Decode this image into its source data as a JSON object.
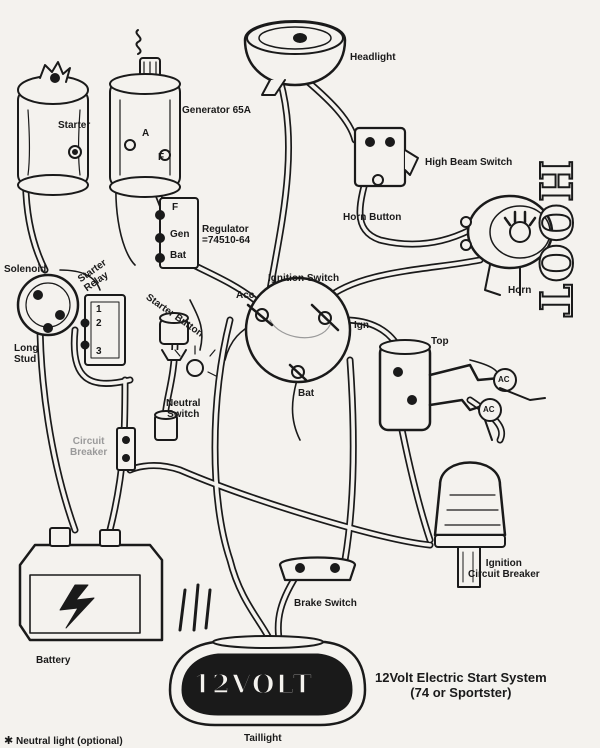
{
  "components": {
    "starter": "Starter",
    "generator": "Generator 65A",
    "headlight": "Headlight",
    "high_beam_switch": "High Beam Switch",
    "horn_button": "Horn Button",
    "horn": "Horn",
    "regulator": "Regulator\n=74510-64",
    "solenoid": "Solenoid",
    "starter_relay": "Starter\nRelay",
    "long_stud": "Long\nStud",
    "starter_button": "Starter Button",
    "ignition_switch": "Ignition Switch",
    "acc": "Acc",
    "ign": "Ign",
    "bat": "Bat",
    "top": "Top",
    "neutral_switch": "Neutral\nSwitch",
    "circuit_breaker": "Circuit\nBreaker",
    "battery": "Battery",
    "brake_switch": "Brake Switch",
    "taillight": "Taillight",
    "ignition_circuit_breaker": "Ignition\nCircuit Breaker"
  },
  "terminals": {
    "reg_f": "F",
    "reg_gen": "Gen",
    "reg_bat": "Bat",
    "gen_a": "A",
    "gen_f": "F",
    "relay_1": "1",
    "relay_2": "2",
    "relay_3": "3",
    "coil_ac_1": "AC",
    "coil_ac_2": "AC"
  },
  "title": "12Volt Electric Start System\n(74 or Sportster)",
  "footnote": {
    "mark": "✱",
    "text": "Neutral light (optional)"
  },
  "plate_text": "12VOLT",
  "hoot_text": "HOOT",
  "colors": {
    "ink": "#1a1a1a",
    "paper": "#f4f2ee",
    "muted": "#9a9a9a"
  }
}
